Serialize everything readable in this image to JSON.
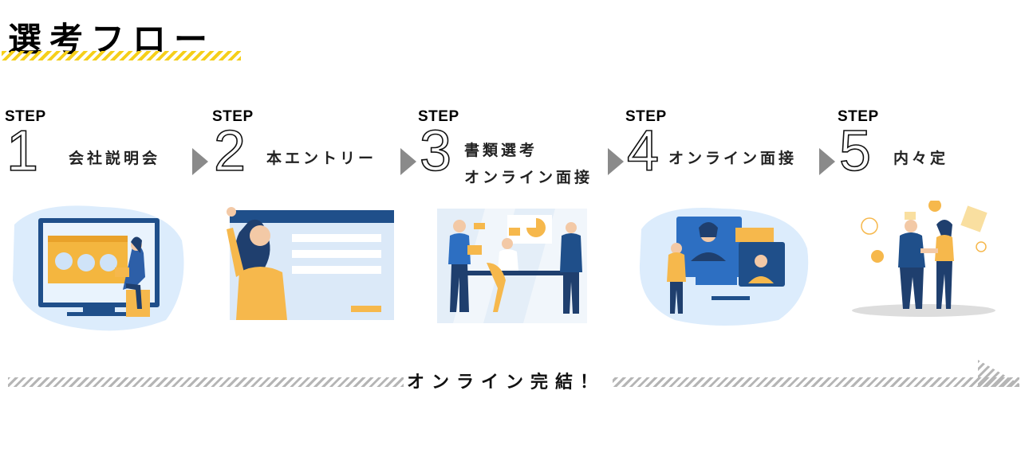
{
  "page_title": "選考フロー",
  "steps": [
    {
      "label": "STEP",
      "number": "1",
      "lines": [
        "会社説明会"
      ]
    },
    {
      "label": "STEP",
      "number": "2",
      "lines": [
        "本エントリー"
      ]
    },
    {
      "label": "STEP",
      "number": "3",
      "lines": [
        "書類選考",
        "オンライン面接"
      ]
    },
    {
      "label": "STEP",
      "number": "4",
      "lines": [
        "オンライン面接"
      ]
    },
    {
      "label": "STEP",
      "number": "5",
      "lines": [
        "内々定"
      ]
    }
  ],
  "footer_text": "オンライン完結！",
  "colors": {
    "accent_yellow": "#f5cf1a",
    "illus_blue": "#1f4f8a",
    "illus_light_blue": "#d8e9fb",
    "illus_orange": "#f6b84c",
    "arrow_gray": "#8a8a8a"
  },
  "illustrations": [
    "monitor-with-person-illustration",
    "person-waving-at-form-illustration",
    "team-meeting-illustration",
    "video-call-illustration",
    "handshake-illustration"
  ]
}
